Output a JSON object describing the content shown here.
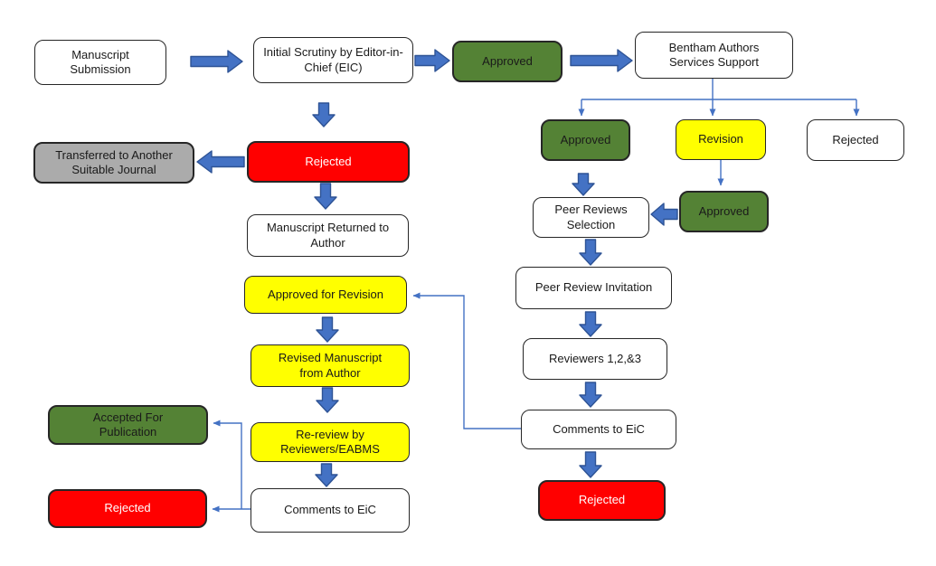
{
  "diagram": {
    "type": "flowchart",
    "subject": "Manuscript submission and peer review workflow",
    "palette": {
      "green": "#548235",
      "yellow": "#FFFF00",
      "red": "#FF0000",
      "gray": "#ABABAB",
      "white": "#FFFFFF",
      "arrow_fill": "#4472C4",
      "arrow_stroke": "#2E5395",
      "line": "#4472C4",
      "node_border": "#262626",
      "text_dark": "#1A1A1A",
      "text_light": "#FFFFFF"
    },
    "nodes": {
      "manuscript_submission": {
        "label": "Manuscript Submission",
        "color": "white"
      },
      "initial_scrutiny": {
        "label": "Initial Scrutiny by Editor-in-Chief (EIC)",
        "color": "white"
      },
      "approved_top": {
        "label": "Approved",
        "color": "green"
      },
      "bentham": {
        "label": "Bentham Authors Services Support",
        "color": "white"
      },
      "approved_right": {
        "label": "Approved",
        "color": "green"
      },
      "revision": {
        "label": "Revision",
        "color": "yellow"
      },
      "rejected_right_top": {
        "label": "Rejected",
        "color": "white"
      },
      "peer_reviews_selection": {
        "label": "Peer Reviews Selection",
        "color": "white"
      },
      "approved_side": {
        "label": "Approved",
        "color": "green"
      },
      "peer_review_invitation": {
        "label": "Peer Review Invitation",
        "color": "white"
      },
      "reviewers": {
        "label": "Reviewers 1,2,&3",
        "color": "white"
      },
      "comments_eic_right": {
        "label": "Comments to EiC",
        "color": "white"
      },
      "rejected_right_bottom": {
        "label": "Rejected",
        "color": "red"
      },
      "transferred": {
        "label": "Transferred to Another Suitable Journal",
        "color": "gray"
      },
      "rejected_left": {
        "label": "Rejected",
        "color": "red"
      },
      "manuscript_returned": {
        "label": "Manuscript Returned to Author",
        "color": "white"
      },
      "approved_for_revision": {
        "label": "Approved for Revision",
        "color": "yellow"
      },
      "revised_manuscript": {
        "label": "Revised Manuscript from Author",
        "color": "yellow"
      },
      "re_review": {
        "label": "Re-review by Reviewers/EABMS",
        "color": "yellow"
      },
      "comments_eic_left": {
        "label": "Comments to EiC",
        "color": "white"
      },
      "accepted_publication": {
        "label": "Accepted For Publication",
        "color": "green"
      },
      "rejected_bottom_left": {
        "label": "Rejected",
        "color": "red"
      }
    },
    "edges": [
      {
        "from": "manuscript_submission",
        "to": "initial_scrutiny",
        "style": "block-arrow"
      },
      {
        "from": "initial_scrutiny",
        "to": "approved_top",
        "style": "block-arrow"
      },
      {
        "from": "approved_top",
        "to": "bentham",
        "style": "block-arrow"
      },
      {
        "from": "initial_scrutiny",
        "to": "rejected_left",
        "style": "block-arrow"
      },
      {
        "from": "rejected_left",
        "to": "transferred",
        "style": "block-arrow"
      },
      {
        "from": "rejected_left",
        "to": "manuscript_returned",
        "style": "block-arrow"
      },
      {
        "from": "bentham",
        "to": "approved_right",
        "style": "thin-line"
      },
      {
        "from": "bentham",
        "to": "revision",
        "style": "thin-line"
      },
      {
        "from": "bentham",
        "to": "rejected_right_top",
        "style": "thin-line"
      },
      {
        "from": "approved_right",
        "to": "peer_reviews_selection",
        "style": "block-arrow"
      },
      {
        "from": "revision",
        "to": "approved_side",
        "style": "thin-line"
      },
      {
        "from": "approved_side",
        "to": "peer_reviews_selection",
        "style": "block-arrow"
      },
      {
        "from": "peer_reviews_selection",
        "to": "peer_review_invitation",
        "style": "block-arrow"
      },
      {
        "from": "peer_review_invitation",
        "to": "reviewers",
        "style": "block-arrow"
      },
      {
        "from": "reviewers",
        "to": "comments_eic_right",
        "style": "block-arrow"
      },
      {
        "from": "comments_eic_right",
        "to": "rejected_right_bottom",
        "style": "block-arrow"
      },
      {
        "from": "comments_eic_right",
        "to": "approved_for_revision",
        "style": "thin-line"
      },
      {
        "from": "approved_for_revision",
        "to": "revised_manuscript",
        "style": "block-arrow"
      },
      {
        "from": "revised_manuscript",
        "to": "re_review",
        "style": "block-arrow"
      },
      {
        "from": "re_review",
        "to": "comments_eic_left",
        "style": "block-arrow"
      },
      {
        "from": "comments_eic_left",
        "to": "rejected_bottom_left",
        "style": "thin-line"
      },
      {
        "from": "comments_eic_left",
        "to": "accepted_publication",
        "style": "thin-line"
      }
    ]
  }
}
